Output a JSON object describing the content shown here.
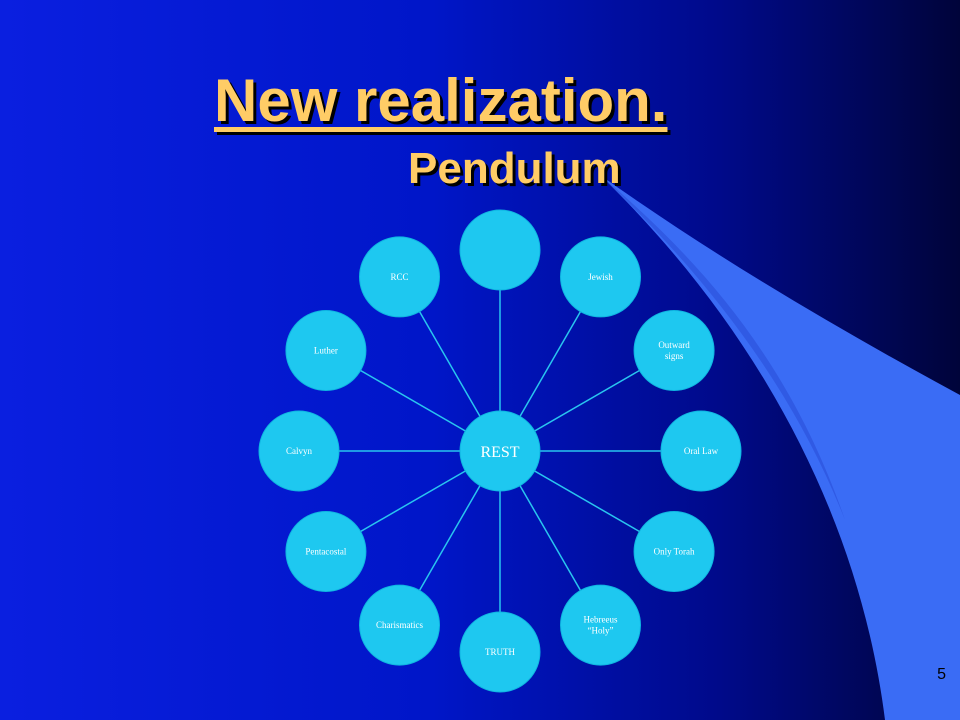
{
  "slide": {
    "title": "New realization.",
    "subtitle": "Pendulum",
    "page_number": "5",
    "colors": {
      "title": "#ffcc66",
      "node_fill": "#1ec8f0",
      "spoke": "#29c5ef",
      "accent_curve": "#3a6cf5",
      "background": "#0016c8"
    }
  },
  "diagram": {
    "hub": {
      "label": "REST"
    },
    "nodes": [
      {
        "label": ""
      },
      {
        "label": "Jewish"
      },
      {
        "label": "Outward\nsigns"
      },
      {
        "label": "Oral Law"
      },
      {
        "label": "Only Torah"
      },
      {
        "label": "Hebreeus\n“Holy”"
      },
      {
        "label": "TRUTH"
      },
      {
        "label": "Charismatics"
      },
      {
        "label": "Pentacostal"
      },
      {
        "label": "Calvyn"
      },
      {
        "label": "Luther"
      },
      {
        "label": "RCC"
      }
    ]
  }
}
